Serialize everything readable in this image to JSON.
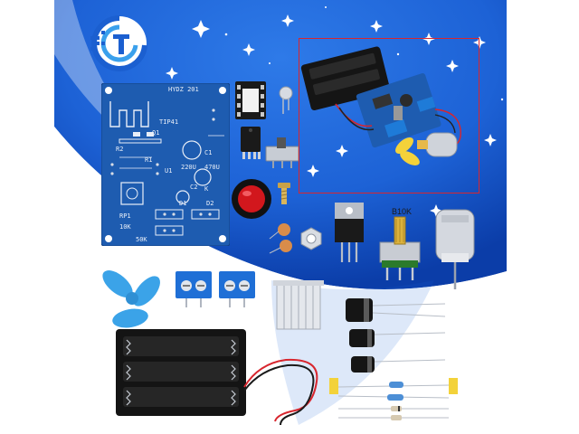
{
  "scene": {
    "palette": {
      "sky_blue": "#1d62d6",
      "deep_blue": "#0b3da8",
      "pcb_blue": "#1e5cb0",
      "inset_border": "#d8262e",
      "fan_blue": "#3ba3e8"
    },
    "pcb_labels": {
      "title": "HYDZ 201",
      "sub": "Q1",
      "tl": "TIP41",
      "r1": "R1",
      "r2": "R2",
      "d1": "D1",
      "d2": "D2",
      "c1": "C1",
      "c2": "C2",
      "rp1": "RP1",
      "k": "K",
      "u1": "U1",
      "val1": "10K",
      "val2": "50K",
      "val3": "220U",
      "val4": "470U"
    },
    "potentiometer_label": "B10K",
    "icons": {
      "logo": "brand-logo-icon",
      "pcb": "circuit-board-icon",
      "inset": "assembled-kit-photo-icon",
      "battery": "battery-holder-icon",
      "fan": "fan-blade-icon",
      "motor": "dc-motor-icon",
      "pot": "potentiometer-icon",
      "regulator": "voltage-regulator-icon",
      "heatsink": "heatsink-icon",
      "terminals": "screw-terminal-icon",
      "capacitor": "electrolytic-capacitor-icon",
      "resistor": "resistor-icon",
      "switch": "switch-icon",
      "led": "led-icon",
      "socket": "ic-socket-icon",
      "chip": "ic-chip-icon",
      "wires": "wire-leads-icon"
    }
  }
}
